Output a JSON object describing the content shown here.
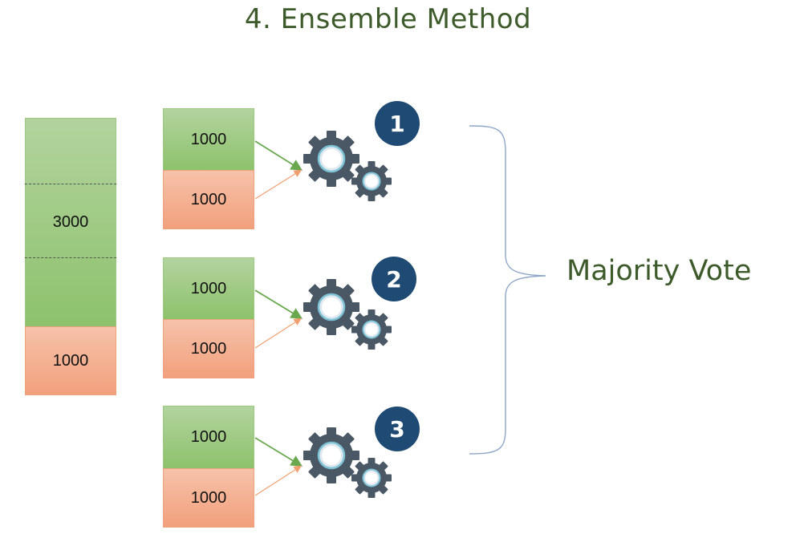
{
  "title": "4. Ensemble Method",
  "dataset": {
    "majority_label": "3000",
    "minority_label": "1000"
  },
  "subsets": [
    {
      "number": "1",
      "majority_label": "1000",
      "minority_label": "1000"
    },
    {
      "number": "2",
      "majority_label": "1000",
      "minority_label": "1000"
    },
    {
      "number": "3",
      "majority_label": "1000",
      "minority_label": "1000"
    }
  ],
  "result_label": "Majority Vote",
  "colors": {
    "title": "#3d5a2a",
    "majority_class": "#8dc26c",
    "minority_class": "#f2a07c",
    "badge": "#1f4a73",
    "gear": "#4a5866",
    "brace": "#8fa6c8"
  }
}
